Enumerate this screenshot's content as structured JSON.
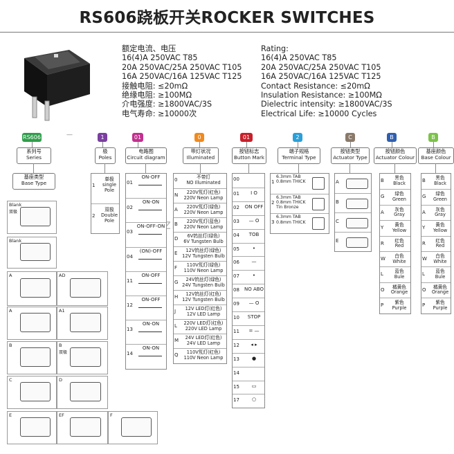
{
  "header": {
    "title": "RS606跷板开关ROCKER SWITCHES"
  },
  "specs_cn": [
    "额定电流、电压",
    "16(4)A 250VAC T85",
    "20A 250VAC/25A 250VAC T105",
    "16A 250VAC/16A 125VAC T125",
    "接触电阻: ≤20mΩ",
    "绝缘电阻: ≥100MΩ",
    "介电强度: ≥1800VAC/3S",
    "电气寿命: ≥10000次"
  ],
  "specs_en": [
    "Rating:",
    "16(4)A 250VAC T85",
    "20A 250VAC/25A 250VAC T105",
    "16A 250VAC/16A 125VAC T125",
    "Contact Resistance: ≤20mΩ",
    "Insulation Resistance: ≥100MΩ",
    "Dielectric intensity: ≥1800VAC/3S",
    "Electrical Life: ≥10000 Cycles"
  ],
  "code_segments": [
    {
      "code": "RS606",
      "color": "#2e9e4a",
      "dash": "—"
    },
    {
      "code": "1",
      "color": "#7b3fa0"
    },
    {
      "code": "01",
      "color": "#c2308f"
    },
    {
      "code": "0",
      "color": "#f08a1c"
    },
    {
      "code": "01",
      "color": "#c8202a"
    },
    {
      "code": "2",
      "color": "#2aa0d8"
    },
    {
      "code": "C",
      "color": "#8a7a6a"
    },
    {
      "code": "B",
      "color": "#2f5fb0"
    },
    {
      "code": "B",
      "color": "#7cc24a"
    }
  ],
  "headers": {
    "series": "系列号\nSeries",
    "base": "基座类型\nBase Type",
    "poles": "极\nPoles",
    "circuit": "电路图\nCircuit diagram",
    "illum": "带灯状况\nIlluminated",
    "button": "按钮标志\nButton Mark",
    "terminal": "端子规格\nTerminal Type",
    "actuator": "按钮类型\nActuator Type",
    "actcolor": "按钮颜色\nActuator Colour",
    "basecolor": "基座颜色\nBase Colour"
  },
  "base_types": [
    {
      "code": "Blank",
      "note": "双极"
    },
    {
      "code": "Blank",
      "note": ""
    },
    {
      "code": "A",
      "note": ""
    },
    {
      "code": "AD",
      "note": ""
    },
    {
      "code": "A",
      "note": ""
    },
    {
      "code": "A1",
      "note": ""
    },
    {
      "code": "B",
      "note": ""
    },
    {
      "code": "B",
      "note": "双极"
    },
    {
      "code": "C",
      "note": ""
    },
    {
      "code": "D",
      "note": ""
    },
    {
      "code": "E",
      "note": ""
    },
    {
      "code": "EF",
      "note": ""
    },
    {
      "code": "F",
      "note": ""
    }
  ],
  "poles": [
    {
      "code": "1",
      "label": "单极\nsingle\nPole"
    },
    {
      "code": "2",
      "label": "双极\nDouble\nPole"
    }
  ],
  "circuits": [
    {
      "code": "01",
      "label": "ON-OFF"
    },
    {
      "code": "02",
      "label": "ON-ON"
    },
    {
      "code": "03",
      "label": "ON-OFF-ON"
    },
    {
      "code": "04",
      "label": "(ON)-OFF"
    },
    {
      "code": "11",
      "label": "ON-OFF"
    },
    {
      "code": "12",
      "label": "ON-OFF"
    },
    {
      "code": "13",
      "label": "ON-ON"
    },
    {
      "code": "14",
      "label": "ON-ON"
    }
  ],
  "illum": [
    {
      "code": "0",
      "label": "不带灯\nNO Illuminated"
    },
    {
      "code": "N",
      "label": "220V氖灯(红色)\n220V Neon Lamp"
    },
    {
      "code": "A",
      "label": "220V氖灯(绿色)\n220V Neon Lamp"
    },
    {
      "code": "B",
      "label": "220V氖灯(蓝色)\n220V Neon Lamp"
    },
    {
      "code": "D",
      "label": "6V钨丝灯(绿色)\n6V Tungsten Bulb"
    },
    {
      "code": "E",
      "label": "12V钨丝灯(绿色)\n12V Tungsten Bulb"
    },
    {
      "code": "F",
      "label": "110V氖灯(绿色)\n110V Neon Lamp"
    },
    {
      "code": "G",
      "label": "24V钨丝灯(绿色)\n24V Tungsten Bulb"
    },
    {
      "code": "H",
      "label": "12V钨丝灯(红色)\n12V Tungsten Bulb"
    },
    {
      "code": "J",
      "label": "12V LED灯(红色)\n12V LED Lamp"
    },
    {
      "code": "L",
      "label": "220V LED灯(红色)\n220V LED Lamp"
    },
    {
      "code": "M",
      "label": "24V LED灯(红色)\n24V LED Lamp"
    },
    {
      "code": "Q",
      "label": "110V氖灯(红色)\n110V Neon Lamp"
    }
  ],
  "button_marks": [
    {
      "code": "00",
      "mark": ""
    },
    {
      "code": "01",
      "mark": "I  O"
    },
    {
      "code": "02",
      "mark": "ON OFF"
    },
    {
      "code": "03",
      "mark": "—  O"
    },
    {
      "code": "04",
      "mark": "TOB"
    },
    {
      "code": "05",
      "mark": "•"
    },
    {
      "code": "06",
      "mark": "—"
    },
    {
      "code": "07",
      "mark": "•"
    },
    {
      "code": "08",
      "mark": "NO ABO"
    },
    {
      "code": "09",
      "mark": "—  O"
    },
    {
      "code": "10",
      "mark": "STOP"
    },
    {
      "code": "11",
      "mark": "=  —"
    },
    {
      "code": "12",
      "mark": "◂ ▸"
    },
    {
      "code": "13",
      "mark": "●"
    },
    {
      "code": "14",
      "mark": ""
    },
    {
      "code": "15",
      "mark": "▭"
    },
    {
      "code": "17",
      "mark": "○"
    }
  ],
  "terminals": [
    {
      "code": "1",
      "label": "6.3mm TAB\n0.8mm THICK"
    },
    {
      "code": "2",
      "label": "6.3mm TAB\n0.8mm THICK\nTin Bronze"
    },
    {
      "code": "3",
      "label": "6.3mm TAB\n0.8mm THICK"
    }
  ],
  "actuators": [
    "A",
    "B",
    "C",
    "E"
  ],
  "act_colors": [
    {
      "code": "B",
      "cn": "黑色",
      "en": "Black"
    },
    {
      "code": "G",
      "cn": "绿色",
      "en": "Green"
    },
    {
      "code": "A",
      "cn": "灰色",
      "en": "Gray"
    },
    {
      "code": "Y",
      "cn": "黄色",
      "en": "Yellow"
    },
    {
      "code": "R",
      "cn": "红色",
      "en": "Red"
    },
    {
      "code": "W",
      "cn": "白色",
      "en": "White"
    },
    {
      "code": "L",
      "cn": "蓝色",
      "en": "Bule"
    },
    {
      "code": "O",
      "cn": "橘黄色",
      "en": "Orange"
    },
    {
      "code": "P",
      "cn": "紫色",
      "en": "Purple"
    }
  ],
  "base_colors": [
    {
      "code": "B",
      "cn": "黑色",
      "en": "Black"
    },
    {
      "code": "G",
      "cn": "绿色",
      "en": "Green"
    },
    {
      "code": "A",
      "cn": "灰色",
      "en": "Gray"
    },
    {
      "code": "Y",
      "cn": "黄色",
      "en": "Yellow"
    },
    {
      "code": "R",
      "cn": "红色",
      "en": "Red"
    },
    {
      "code": "W",
      "cn": "白色",
      "en": "White"
    },
    {
      "code": "L",
      "cn": "蓝色",
      "en": "Bule"
    },
    {
      "code": "O",
      "cn": "橘黄色",
      "en": "Orange"
    },
    {
      "code": "P",
      "cn": "紫色",
      "en": "Purple"
    }
  ],
  "watermark": "szleb"
}
